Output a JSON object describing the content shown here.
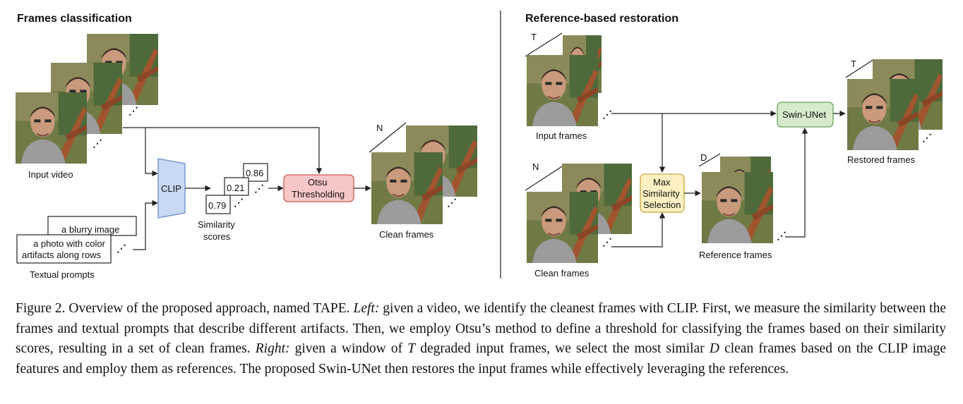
{
  "left": {
    "title": "Frames classification",
    "input_video_label": "Input video",
    "clip_label": "CLIP",
    "score_top": "0.86",
    "score_mid": "0.21",
    "score_bottom": "0.79",
    "similarity_label_line1": "Similarity",
    "similarity_label_line2": "scores",
    "otsu_line1": "Otsu",
    "otsu_line2": "Thresholding",
    "n_label": "N",
    "clean_frames_label": "Clean frames",
    "prompt_1": "a blurry image",
    "prompt_2_line1": "a photo with color",
    "prompt_2_line2": "artifacts along rows",
    "textual_prompts_label": "Textual prompts"
  },
  "right": {
    "title": "Reference-based restoration",
    "t_label_input": "T",
    "input_frames_label": "Input frames",
    "n_label": "N",
    "clean_frames_label": "Clean frames",
    "max_sim_line1": "Max",
    "max_sim_line2": "Similarity",
    "max_sim_line3": "Selection",
    "d_label": "D",
    "reference_frames_label": "Reference frames",
    "swin_label": "Swin-UNet",
    "t_label_output": "T",
    "restored_frames_label": "Restored frames"
  },
  "ellipsis": "⋰",
  "caption": {
    "figure_label": "Figure 2.",
    "intro": " Overview of the proposed approach, named TAPE. ",
    "left_label": "Left:",
    "left_text": " given a video, we identify the cleanest frames with CLIP. First, we measure the similarity between the frames and textual prompts that describe different artifacts. Then, we employ Otsu’s method to define a threshold for classifying the frames based on their similarity scores, resulting in a set of clean frames. ",
    "right_label": "Right:",
    "right_text_1": " given a window of ",
    "var_t": "T",
    "right_text_2": " degraded input frames, we select the most similar ",
    "var_d": "D",
    "right_text_3": " clean frames based on the CLIP image features and employ them as references. The proposed Swin-UNet then restores the input frames while effectively leveraging the references."
  },
  "colors": {
    "clip_fill": "#c9d9f5",
    "clip_stroke": "#6d8fc7",
    "otsu_fill": "#f7c7c7",
    "otsu_stroke": "#c75a5a",
    "maxsim_fill": "#fdf0c2",
    "maxsim_stroke": "#c9a83c",
    "swin_fill": "#d5ebcc",
    "swin_stroke": "#6aa35a"
  }
}
